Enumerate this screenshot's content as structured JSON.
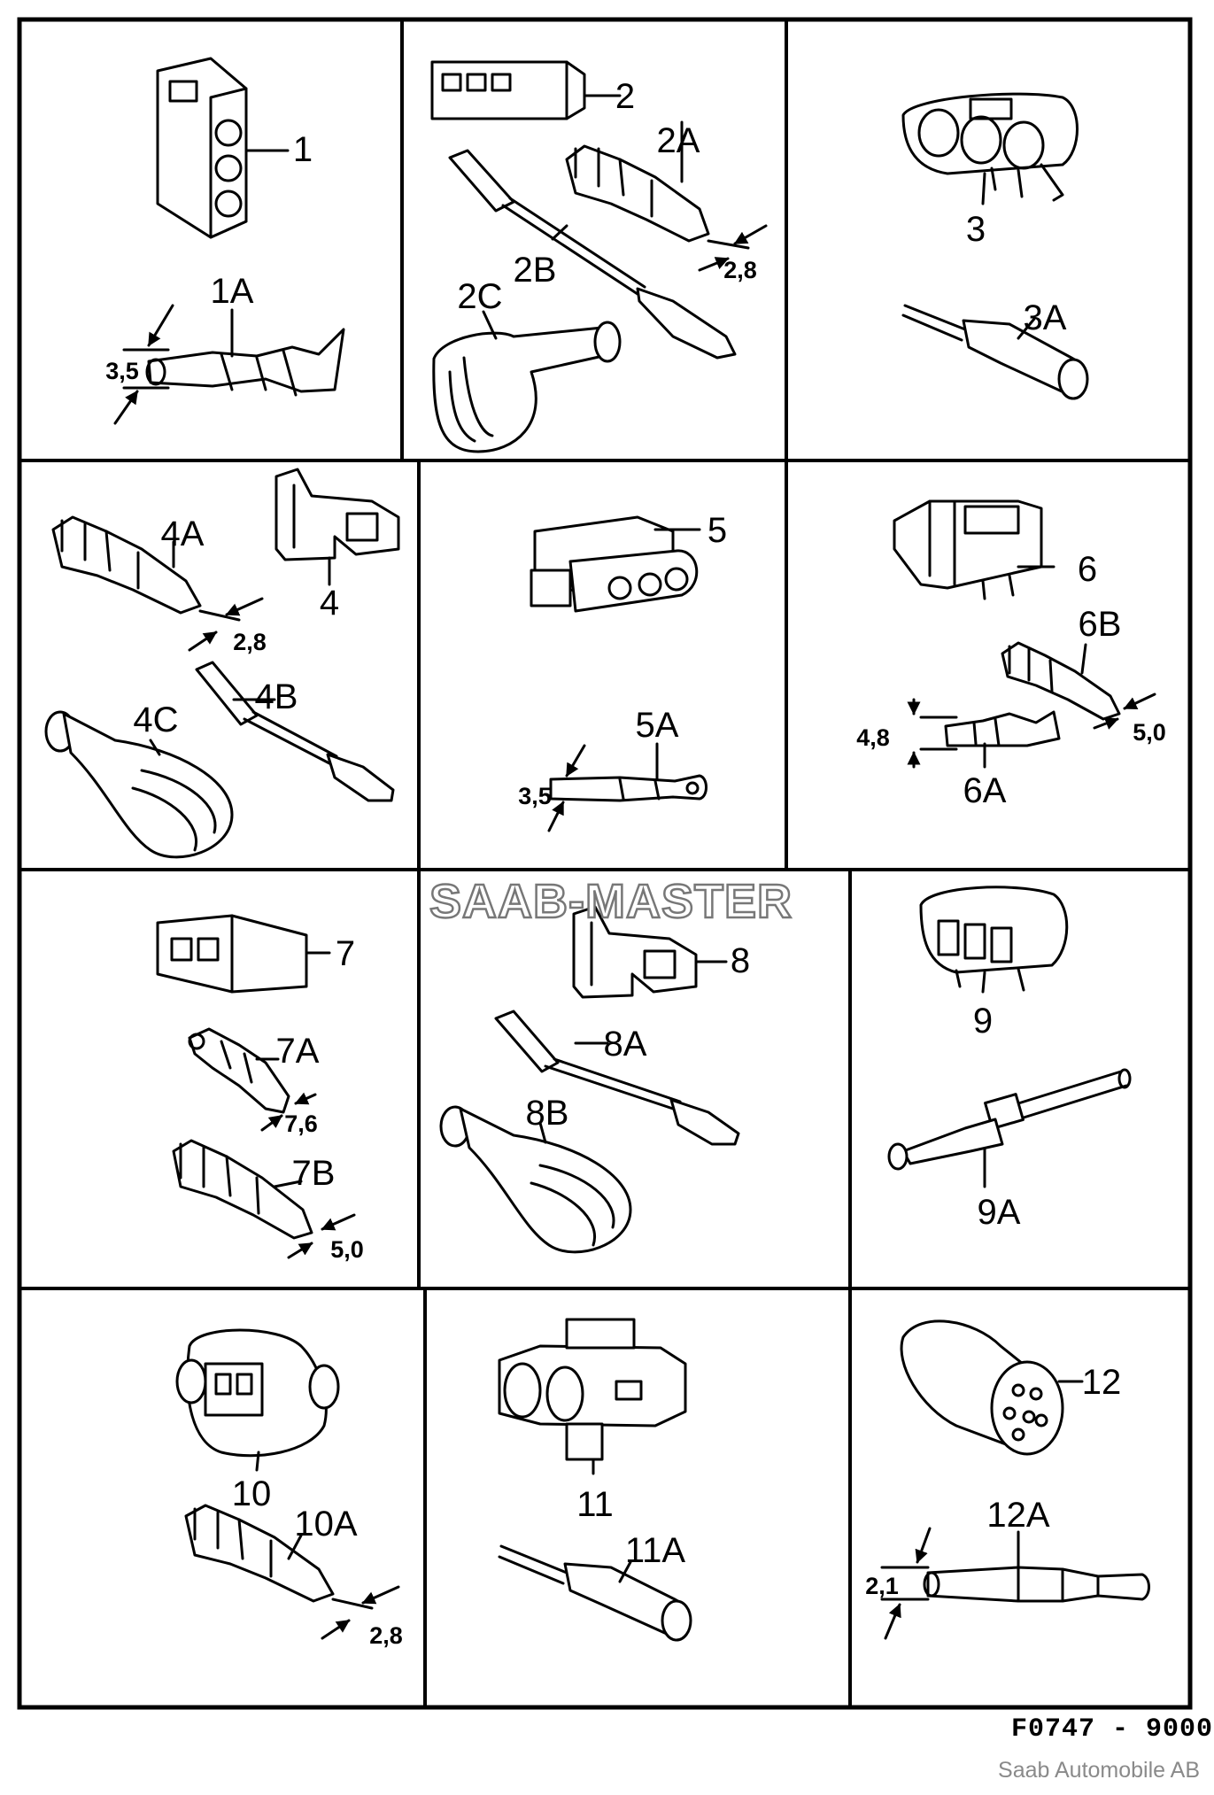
{
  "figure_ref": "F0747 - 9000",
  "watermark": "SAAB-MASTER",
  "copyright": "Saab Automobile AB",
  "parts": [
    {
      "id": "1",
      "label": "1"
    },
    {
      "id": "1A",
      "label": "1A",
      "dim": "3,5"
    },
    {
      "id": "2",
      "label": "2"
    },
    {
      "id": "2A",
      "label": "2A",
      "dim": "2,8"
    },
    {
      "id": "2B",
      "label": "2B"
    },
    {
      "id": "2C",
      "label": "2C"
    },
    {
      "id": "3",
      "label": "3"
    },
    {
      "id": "3A",
      "label": "3A"
    },
    {
      "id": "4",
      "label": "4"
    },
    {
      "id": "4A",
      "label": "4A",
      "dim": "2,8"
    },
    {
      "id": "4B",
      "label": "4B"
    },
    {
      "id": "4C",
      "label": "4C"
    },
    {
      "id": "5",
      "label": "5"
    },
    {
      "id": "5A",
      "label": "5A",
      "dim": "3,5"
    },
    {
      "id": "6",
      "label": "6"
    },
    {
      "id": "6A",
      "label": "6A",
      "dim": "4,8"
    },
    {
      "id": "6B",
      "label": "6B",
      "dim": "5,0"
    },
    {
      "id": "7",
      "label": "7"
    },
    {
      "id": "7A",
      "label": "7A",
      "dim": "7,6"
    },
    {
      "id": "7B",
      "label": "7B",
      "dim": "5,0"
    },
    {
      "id": "8",
      "label": "8"
    },
    {
      "id": "8A",
      "label": "8A"
    },
    {
      "id": "8B",
      "label": "8B"
    },
    {
      "id": "9",
      "label": "9"
    },
    {
      "id": "9A",
      "label": "9A"
    },
    {
      "id": "10",
      "label": "10"
    },
    {
      "id": "10A",
      "label": "10A",
      "dim": "2,8"
    },
    {
      "id": "11",
      "label": "11"
    },
    {
      "id": "11A",
      "label": "11A"
    },
    {
      "id": "12",
      "label": "12"
    },
    {
      "id": "12A",
      "label": "12A",
      "dim": "2,1"
    }
  ]
}
